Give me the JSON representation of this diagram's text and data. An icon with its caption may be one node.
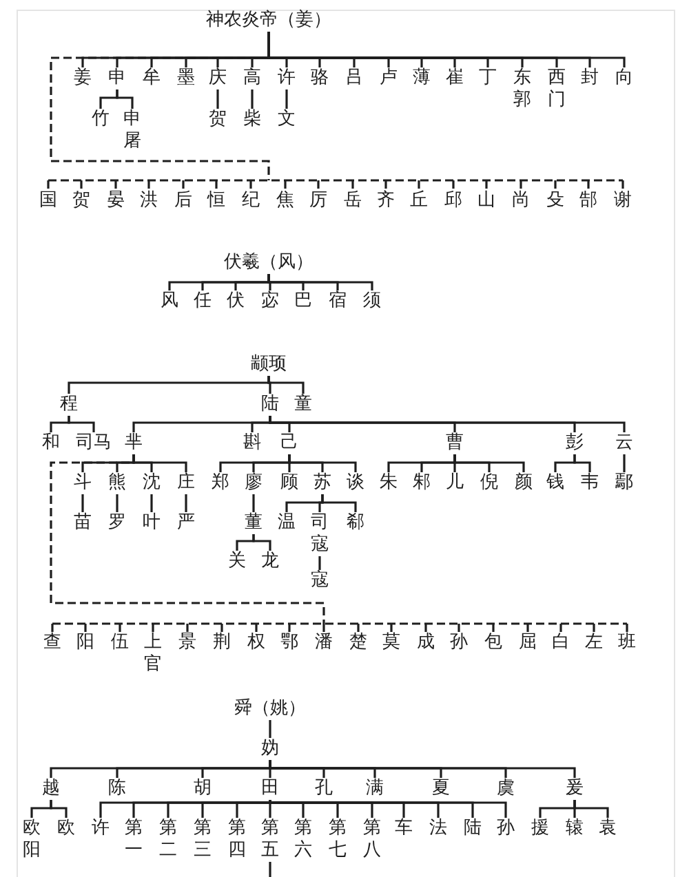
{
  "diagram": {
    "nodes": [
      {
        "text": [
          "神农炎帝（姜）"
        ]
      },
      {
        "text": [
          "姜"
        ]
      },
      {
        "text": [
          "申"
        ]
      },
      {
        "text": [
          "牟"
        ]
      },
      {
        "text": [
          "墨"
        ]
      },
      {
        "text": [
          "庆"
        ]
      },
      {
        "text": [
          "高"
        ]
      },
      {
        "text": [
          "许"
        ]
      },
      {
        "text": [
          "骆"
        ]
      },
      {
        "text": [
          "吕"
        ]
      },
      {
        "text": [
          "卢"
        ]
      },
      {
        "text": [
          "薄"
        ]
      },
      {
        "text": [
          "崔"
        ]
      },
      {
        "text": [
          "丁"
        ]
      },
      {
        "text": [
          "东郭"
        ]
      },
      {
        "text": [
          "西门"
        ]
      },
      {
        "text": [
          "封"
        ]
      },
      {
        "text": [
          "向"
        ]
      },
      {
        "text": [
          "竹"
        ]
      },
      {
        "text": [
          "申屠"
        ]
      },
      {
        "text": [
          "贺"
        ]
      },
      {
        "text": [
          "柴"
        ]
      },
      {
        "text": [
          "文"
        ]
      },
      {
        "text": [
          "国"
        ]
      },
      {
        "text": [
          "贺"
        ]
      },
      {
        "text": [
          "晏"
        ]
      },
      {
        "text": [
          "洪"
        ]
      },
      {
        "text": [
          "后"
        ]
      },
      {
        "text": [
          "恒"
        ]
      },
      {
        "text": [
          "纪"
        ]
      },
      {
        "text": [
          "焦"
        ]
      },
      {
        "text": [
          "厉"
        ]
      },
      {
        "text": [
          "岳"
        ]
      },
      {
        "text": [
          "齐"
        ]
      },
      {
        "text": [
          "丘"
        ]
      },
      {
        "text": [
          "邱"
        ]
      },
      {
        "text": [
          "山"
        ]
      },
      {
        "text": [
          "尚"
        ]
      },
      {
        "text": [
          "殳"
        ]
      },
      {
        "text": [
          "郜"
        ]
      },
      {
        "text": [
          "谢"
        ]
      },
      {
        "text": [
          "伏羲（风）"
        ]
      },
      {
        "text": [
          "风"
        ]
      },
      {
        "text": [
          "任"
        ]
      },
      {
        "text": [
          "伏"
        ]
      },
      {
        "text": [
          "宓"
        ]
      },
      {
        "text": [
          "巴"
        ]
      },
      {
        "text": [
          "宿"
        ]
      },
      {
        "text": [
          "须"
        ]
      },
      {
        "text": [
          "颛顼"
        ]
      },
      {
        "text": [
          "程"
        ]
      },
      {
        "text": [
          "陆"
        ]
      },
      {
        "text": [
          "童"
        ]
      },
      {
        "text": [
          "和"
        ]
      },
      {
        "text": [
          "司马"
        ]
      },
      {
        "text": [
          "芈"
        ]
      },
      {
        "text": [
          "斟"
        ]
      },
      {
        "text": [
          "己"
        ]
      },
      {
        "text": [
          "曹"
        ]
      },
      {
        "text": [
          "彭"
        ]
      },
      {
        "text": [
          "云"
        ]
      },
      {
        "text": [
          "斗"
        ]
      },
      {
        "text": [
          "熊"
        ]
      },
      {
        "text": [
          "沈"
        ]
      },
      {
        "text": [
          "庄"
        ]
      },
      {
        "text": [
          "郑"
        ]
      },
      {
        "text": [
          "廖"
        ]
      },
      {
        "text": [
          "顾"
        ]
      },
      {
        "text": [
          "苏"
        ]
      },
      {
        "text": [
          "谈"
        ]
      },
      {
        "text": [
          "朱"
        ]
      },
      {
        "text": [
          "邾"
        ]
      },
      {
        "text": [
          "儿"
        ]
      },
      {
        "text": [
          "倪"
        ]
      },
      {
        "text": [
          "颜"
        ]
      },
      {
        "text": [
          "钱"
        ]
      },
      {
        "text": [
          "韦"
        ]
      },
      {
        "text": [
          "鄢"
        ]
      },
      {
        "text": [
          "苗"
        ]
      },
      {
        "text": [
          "罗"
        ]
      },
      {
        "text": [
          "叶"
        ]
      },
      {
        "text": [
          "严"
        ]
      },
      {
        "text": [
          "董"
        ]
      },
      {
        "text": [
          "温"
        ]
      },
      {
        "text": [
          "司寇"
        ]
      },
      {
        "text": [
          "郗"
        ]
      },
      {
        "text": [
          "关"
        ]
      },
      {
        "text": [
          "龙"
        ]
      },
      {
        "text": [
          "寇"
        ]
      },
      {
        "text": [
          "查"
        ]
      },
      {
        "text": [
          "阳"
        ]
      },
      {
        "text": [
          "伍"
        ]
      },
      {
        "text": [
          "上官"
        ]
      },
      {
        "text": [
          "景"
        ]
      },
      {
        "text": [
          "荆"
        ]
      },
      {
        "text": [
          "权"
        ]
      },
      {
        "text": [
          "鄂"
        ]
      },
      {
        "text": [
          "潘"
        ]
      },
      {
        "text": [
          "楚"
        ]
      },
      {
        "text": [
          "莫"
        ]
      },
      {
        "text": [
          "成"
        ]
      },
      {
        "text": [
          "孙"
        ]
      },
      {
        "text": [
          "包"
        ]
      },
      {
        "text": [
          "屈"
        ]
      },
      {
        "text": [
          "白"
        ]
      },
      {
        "text": [
          "左"
        ]
      },
      {
        "text": [
          "班"
        ]
      },
      {
        "text": [
          "舜（姚）"
        ]
      },
      {
        "text": [
          "妫"
        ]
      },
      {
        "text": [
          "越"
        ]
      },
      {
        "text": [
          "陈"
        ]
      },
      {
        "text": [
          "胡"
        ]
      },
      {
        "text": [
          "田"
        ]
      },
      {
        "text": [
          "孔"
        ]
      },
      {
        "text": [
          "满"
        ]
      },
      {
        "text": [
          "夏"
        ]
      },
      {
        "text": [
          "虞"
        ]
      },
      {
        "text": [
          "爰"
        ]
      },
      {
        "text": [
          "欧阳"
        ]
      },
      {
        "text": [
          "欧"
        ]
      },
      {
        "text": [
          "许"
        ]
      },
      {
        "text": [
          "第一"
        ]
      },
      {
        "text": [
          "第二"
        ]
      },
      {
        "text": [
          "第三"
        ]
      },
      {
        "text": [
          "第四"
        ]
      },
      {
        "text": [
          "第五"
        ]
      },
      {
        "text": [
          "第六"
        ]
      },
      {
        "text": [
          "第七"
        ]
      },
      {
        "text": [
          "第八"
        ]
      },
      {
        "text": [
          "车"
        ]
      },
      {
        "text": [
          "法"
        ]
      },
      {
        "text": [
          "陆"
        ]
      },
      {
        "text": [
          "孙"
        ]
      },
      {
        "text": [
          "援"
        ]
      },
      {
        "text": [
          "辕"
        ]
      },
      {
        "text": [
          "袁"
        ]
      }
    ],
    "edges": [
      {
        "from": 0,
        "to": 1,
        "arrow": "none"
      },
      {
        "from": 0,
        "to": 2,
        "arrow": "none"
      },
      {
        "from": 0,
        "to": 3,
        "arrow": "none"
      },
      {
        "from": 0,
        "to": 4,
        "arrow": "none"
      },
      {
        "from": 0,
        "to": 5,
        "arrow": "none"
      },
      {
        "from": 0,
        "to": 6,
        "arrow": "none"
      },
      {
        "from": 0,
        "to": 7,
        "arrow": "none"
      },
      {
        "from": 0,
        "to": 8,
        "arrow": "none"
      },
      {
        "from": 0,
        "to": 9,
        "arrow": "none"
      },
      {
        "from": 0,
        "to": 10,
        "arrow": "none"
      },
      {
        "from": 0,
        "to": 11,
        "arrow": "none"
      },
      {
        "from": 0,
        "to": 12,
        "arrow": "none"
      },
      {
        "from": 0,
        "to": 13,
        "arrow": "none"
      },
      {
        "from": 0,
        "to": 14,
        "arrow": "none"
      },
      {
        "from": 0,
        "to": 15,
        "arrow": "none"
      },
      {
        "from": 0,
        "to": 16,
        "arrow": "none"
      },
      {
        "from": 0,
        "to": 17,
        "arrow": "none"
      },
      {
        "from": 2,
        "to": 18,
        "arrow": "none"
      },
      {
        "from": 2,
        "to": 19,
        "arrow": "none"
      },
      {
        "from": 5,
        "to": 20,
        "arrow": "none"
      },
      {
        "from": 6,
        "to": 21,
        "arrow": "none"
      },
      {
        "from": 7,
        "to": 22,
        "arrow": "none"
      },
      {
        "from": 0,
        "to": 23,
        "arrow": "none",
        "style": "dashed"
      },
      {
        "from": 0,
        "to": 24,
        "arrow": "none",
        "style": "dashed"
      },
      {
        "from": 0,
        "to": 25,
        "arrow": "none",
        "style": "dashed"
      },
      {
        "from": 0,
        "to": 26,
        "arrow": "none",
        "style": "dashed"
      },
      {
        "from": 0,
        "to": 27,
        "arrow": "none",
        "style": "dashed"
      },
      {
        "from": 0,
        "to": 28,
        "arrow": "none",
        "style": "dashed"
      },
      {
        "from": 0,
        "to": 29,
        "arrow": "none",
        "style": "dashed"
      },
      {
        "from": 0,
        "to": 30,
        "arrow": "none",
        "style": "dashed"
      },
      {
        "from": 0,
        "to": 31,
        "arrow": "none",
        "style": "dashed"
      },
      {
        "from": 0,
        "to": 32,
        "arrow": "none",
        "style": "dashed"
      },
      {
        "from": 0,
        "to": 33,
        "arrow": "none",
        "style": "dashed"
      },
      {
        "from": 0,
        "to": 34,
        "arrow": "none",
        "style": "dashed"
      },
      {
        "from": 0,
        "to": 35,
        "arrow": "none",
        "style": "dashed"
      },
      {
        "from": 0,
        "to": 36,
        "arrow": "none",
        "style": "dashed"
      },
      {
        "from": 0,
        "to": 37,
        "arrow": "none",
        "style": "dashed"
      },
      {
        "from": 0,
        "to": 38,
        "arrow": "none",
        "style": "dashed"
      },
      {
        "from": 0,
        "to": 39,
        "arrow": "none",
        "style": "dashed"
      },
      {
        "from": 0,
        "to": 40,
        "arrow": "none",
        "style": "dashed"
      },
      {
        "from": 41,
        "to": 42,
        "arrow": "none"
      },
      {
        "from": 41,
        "to": 43,
        "arrow": "none"
      },
      {
        "from": 41,
        "to": 44,
        "arrow": "none"
      },
      {
        "from": 41,
        "to": 45,
        "arrow": "none"
      },
      {
        "from": 41,
        "to": 46,
        "arrow": "none"
      },
      {
        "from": 41,
        "to": 47,
        "arrow": "none"
      },
      {
        "from": 41,
        "to": 48,
        "arrow": "none"
      },
      {
        "from": 49,
        "to": 50,
        "arrow": "none"
      },
      {
        "from": 49,
        "to": 51,
        "arrow": "none"
      },
      {
        "from": 49,
        "to": 52,
        "arrow": "none"
      },
      {
        "from": 50,
        "to": 53,
        "arrow": "none"
      },
      {
        "from": 50,
        "to": 54,
        "arrow": "none"
      },
      {
        "from": 51,
        "to": 55,
        "arrow": "none"
      },
      {
        "from": 51,
        "to": 56,
        "arrow": "none"
      },
      {
        "from": 51,
        "to": 57,
        "arrow": "none"
      },
      {
        "from": 51,
        "to": 58,
        "arrow": "none"
      },
      {
        "from": 51,
        "to": 59,
        "arrow": "none"
      },
      {
        "from": 51,
        "to": 60,
        "arrow": "none"
      },
      {
        "from": 55,
        "to": 61,
        "arrow": "none"
      },
      {
        "from": 55,
        "to": 62,
        "arrow": "none"
      },
      {
        "from": 55,
        "to": 63,
        "arrow": "none"
      },
      {
        "from": 55,
        "to": 64,
        "arrow": "none"
      },
      {
        "from": 57,
        "to": 65,
        "arrow": "none"
      },
      {
        "from": 57,
        "to": 66,
        "arrow": "none"
      },
      {
        "from": 57,
        "to": 67,
        "arrow": "none"
      },
      {
        "from": 57,
        "to": 68,
        "arrow": "none"
      },
      {
        "from": 57,
        "to": 69,
        "arrow": "none"
      },
      {
        "from": 58,
        "to": 70,
        "arrow": "none"
      },
      {
        "from": 58,
        "to": 71,
        "arrow": "none"
      },
      {
        "from": 58,
        "to": 72,
        "arrow": "none"
      },
      {
        "from": 58,
        "to": 73,
        "arrow": "none"
      },
      {
        "from": 58,
        "to": 74,
        "arrow": "none"
      },
      {
        "from": 59,
        "to": 75,
        "arrow": "none"
      },
      {
        "from": 59,
        "to": 76,
        "arrow": "none"
      },
      {
        "from": 60,
        "to": 77,
        "arrow": "none"
      },
      {
        "from": 61,
        "to": 78,
        "arrow": "none"
      },
      {
        "from": 62,
        "to": 79,
        "arrow": "none"
      },
      {
        "from": 63,
        "to": 80,
        "arrow": "none"
      },
      {
        "from": 64,
        "to": 81,
        "arrow": "none"
      },
      {
        "from": 66,
        "to": 82,
        "arrow": "none"
      },
      {
        "from": 68,
        "to": 83,
        "arrow": "none"
      },
      {
        "from": 68,
        "to": 84,
        "arrow": "none"
      },
      {
        "from": 68,
        "to": 85,
        "arrow": "none"
      },
      {
        "from": 82,
        "to": 86,
        "arrow": "none"
      },
      {
        "from": 82,
        "to": 87,
        "arrow": "none"
      },
      {
        "from": 84,
        "to": 88,
        "arrow": "none"
      },
      {
        "from": 55,
        "to": 89,
        "arrow": "none",
        "style": "dashed"
      },
      {
        "from": 55,
        "to": 90,
        "arrow": "none",
        "style": "dashed"
      },
      {
        "from": 55,
        "to": 91,
        "arrow": "none",
        "style": "dashed"
      },
      {
        "from": 55,
        "to": 92,
        "arrow": "none",
        "style": "dashed"
      },
      {
        "from": 55,
        "to": 93,
        "arrow": "none",
        "style": "dashed"
      },
      {
        "from": 55,
        "to": 94,
        "arrow": "none",
        "style": "dashed"
      },
      {
        "from": 55,
        "to": 95,
        "arrow": "none",
        "style": "dashed"
      },
      {
        "from": 55,
        "to": 96,
        "arrow": "none",
        "style": "dashed"
      },
      {
        "from": 55,
        "to": 97,
        "arrow": "none",
        "style": "dashed"
      },
      {
        "from": 55,
        "to": 98,
        "arrow": "none",
        "style": "dashed"
      },
      {
        "from": 55,
        "to": 99,
        "arrow": "none",
        "style": "dashed"
      },
      {
        "from": 55,
        "to": 100,
        "arrow": "none",
        "style": "dashed"
      },
      {
        "from": 55,
        "to": 101,
        "arrow": "none",
        "style": "dashed"
      },
      {
        "from": 55,
        "to": 102,
        "arrow": "none",
        "style": "dashed"
      },
      {
        "from": 55,
        "to": 103,
        "arrow": "none",
        "style": "dashed"
      },
      {
        "from": 55,
        "to": 104,
        "arrow": "none",
        "style": "dashed"
      },
      {
        "from": 55,
        "to": 105,
        "arrow": "none",
        "style": "dashed"
      },
      {
        "from": 55,
        "to": 106,
        "arrow": "none",
        "style": "dashed"
      },
      {
        "from": 107,
        "to": 108,
        "arrow": "none"
      },
      {
        "from": 108,
        "to": 109,
        "arrow": "none"
      },
      {
        "from": 108,
        "to": 110,
        "arrow": "none"
      },
      {
        "from": 108,
        "to": 111,
        "arrow": "none"
      },
      {
        "from": 108,
        "to": 112,
        "arrow": "none"
      },
      {
        "from": 108,
        "to": 113,
        "arrow": "none"
      },
      {
        "from": 108,
        "to": 114,
        "arrow": "none"
      },
      {
        "from": 108,
        "to": 115,
        "arrow": "none"
      },
      {
        "from": 108,
        "to": 116,
        "arrow": "none"
      },
      {
        "from": 108,
        "to": 117,
        "arrow": "none"
      },
      {
        "from": 109,
        "to": 118,
        "arrow": "none"
      },
      {
        "from": 109,
        "to": 119,
        "arrow": "none"
      },
      {
        "from": 112,
        "to": 120,
        "arrow": "none"
      },
      {
        "from": 112,
        "to": 121,
        "arrow": "none"
      },
      {
        "from": 112,
        "to": 122,
        "arrow": "none"
      },
      {
        "from": 112,
        "to": 123,
        "arrow": "none"
      },
      {
        "from": 112,
        "to": 124,
        "arrow": "none"
      },
      {
        "from": 112,
        "to": 125,
        "arrow": "none"
      },
      {
        "from": 112,
        "to": 126,
        "arrow": "none"
      },
      {
        "from": 112,
        "to": 127,
        "arrow": "none"
      },
      {
        "from": 112,
        "to": 128,
        "arrow": "none"
      },
      {
        "from": 112,
        "to": 129,
        "arrow": "none"
      },
      {
        "from": 112,
        "to": 130,
        "arrow": "none"
      },
      {
        "from": 112,
        "to": 131,
        "arrow": "none"
      },
      {
        "from": 112,
        "to": 132,
        "arrow": "none"
      },
      {
        "from": 117,
        "to": 133,
        "arrow": "none"
      },
      {
        "from": 117,
        "to": 134,
        "arrow": "none"
      },
      {
        "from": 117,
        "to": 135,
        "arrow": "none"
      },
      {
        "from": 125,
        "to": null,
        "arrow": "none"
      }
    ]
  }
}
